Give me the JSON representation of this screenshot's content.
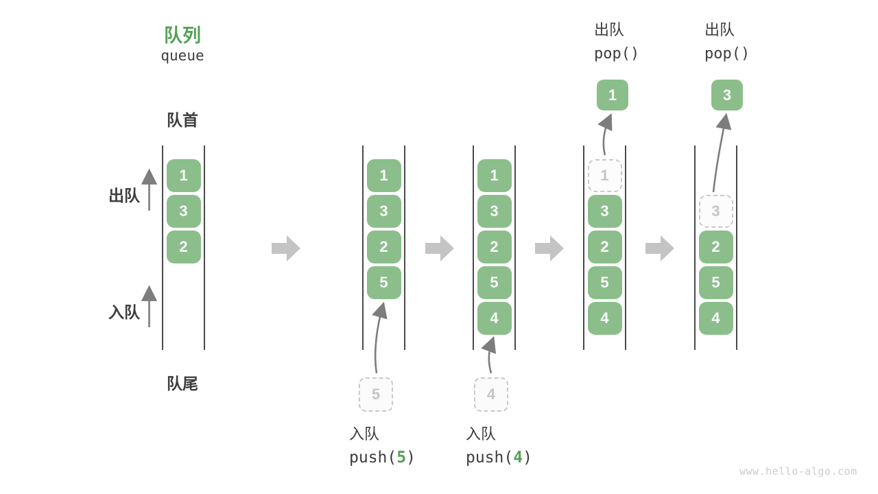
{
  "title": {
    "zh": "队列",
    "en": "queue"
  },
  "side_labels": {
    "front": "队首",
    "rear": "队尾",
    "dequeue": "出队",
    "enqueue": "入队"
  },
  "pop_headers": [
    {
      "zh": "出队",
      "code": "pop()",
      "value": "1"
    },
    {
      "zh": "出队",
      "code": "pop()",
      "value": "3"
    }
  ],
  "push_annotations": [
    {
      "zh": "入队",
      "code_prefix": "push(",
      "arg": "5",
      "code_suffix": ")"
    },
    {
      "zh": "入队",
      "code_prefix": "push(",
      "arg": "4",
      "code_suffix": ")"
    }
  ],
  "queues": [
    {
      "cells": [
        {
          "row": 0,
          "value": "1",
          "style": "solid"
        },
        {
          "row": 1,
          "value": "3",
          "style": "solid"
        },
        {
          "row": 2,
          "value": "2",
          "style": "solid"
        }
      ]
    },
    {
      "cells": [
        {
          "row": 0,
          "value": "1",
          "style": "solid"
        },
        {
          "row": 1,
          "value": "3",
          "style": "solid"
        },
        {
          "row": 2,
          "value": "2",
          "style": "solid"
        },
        {
          "row": 3,
          "value": "5",
          "style": "solid"
        }
      ],
      "pending": {
        "value": "5"
      }
    },
    {
      "cells": [
        {
          "row": 0,
          "value": "1",
          "style": "solid"
        },
        {
          "row": 1,
          "value": "3",
          "style": "solid"
        },
        {
          "row": 2,
          "value": "2",
          "style": "solid"
        },
        {
          "row": 3,
          "value": "5",
          "style": "solid"
        },
        {
          "row": 4,
          "value": "4",
          "style": "solid"
        }
      ],
      "pending": {
        "value": "4"
      }
    },
    {
      "cells": [
        {
          "row": 0,
          "value": "1",
          "style": "dashed"
        },
        {
          "row": 1,
          "value": "3",
          "style": "solid"
        },
        {
          "row": 2,
          "value": "2",
          "style": "solid"
        },
        {
          "row": 3,
          "value": "5",
          "style": "solid"
        },
        {
          "row": 4,
          "value": "4",
          "style": "solid"
        }
      ]
    },
    {
      "cells": [
        {
          "row": 1,
          "value": "3",
          "style": "dashed"
        },
        {
          "row": 2,
          "value": "2",
          "style": "solid"
        },
        {
          "row": 3,
          "value": "5",
          "style": "solid"
        },
        {
          "row": 4,
          "value": "4",
          "style": "solid"
        }
      ]
    }
  ],
  "watermark": "www.hello-algo.com",
  "colors": {
    "green_box": "#8BBE8B",
    "green_accent": "#55A156",
    "rail": "#4A4A4A",
    "arrow_gray": "#7D7D7D",
    "block_arrow": "#C4C4C4",
    "dashed_border": "#C9C9C9",
    "dashed_text": "#C5C5C5",
    "text_dark": "#3D3D3D",
    "watermark": "#CBCBCB"
  }
}
